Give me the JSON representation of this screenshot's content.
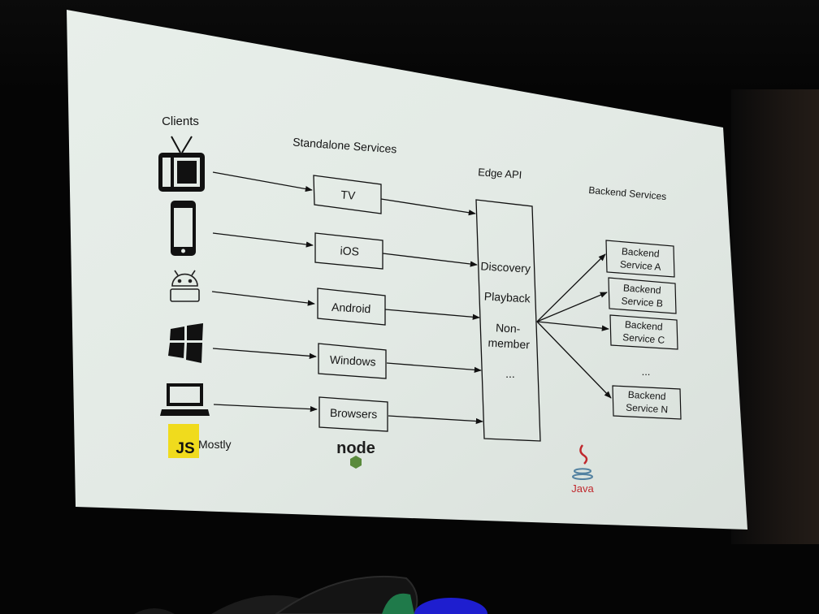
{
  "headers": {
    "clients": "Clients",
    "standalone": "Standalone Services",
    "edge": "Edge API",
    "backend": "Backend Services"
  },
  "clients": [
    {
      "id": "tv",
      "icon": "tv-icon"
    },
    {
      "id": "ios",
      "icon": "smartphone-icon"
    },
    {
      "id": "android",
      "icon": "android-icon"
    },
    {
      "id": "windows",
      "icon": "windows-logo-icon"
    },
    {
      "id": "browser",
      "icon": "laptop-icon"
    }
  ],
  "standalone_services": [
    "TV",
    "iOS",
    "Android",
    "Windows",
    "Browsers"
  ],
  "edge_api_items": [
    "Discovery",
    "Playback",
    "Non-",
    "member",
    "..."
  ],
  "backend_services": [
    {
      "line1": "Backend",
      "line2": "Service A"
    },
    {
      "line1": "Backend",
      "line2": "Service B"
    },
    {
      "line1": "Backend",
      "line2": "Service C"
    },
    {
      "line1": "Backend",
      "line2": "Service N"
    }
  ],
  "backend_ellipsis": "...",
  "logos": {
    "js_badge": "JS",
    "js_suffix": "Mostly",
    "node": "node",
    "java": "Java"
  },
  "colors": {
    "slide_bg": "#e4ebe6",
    "js_yellow": "#f0db1d",
    "java_red": "#c0282d",
    "java_blue": "#5382a1"
  }
}
